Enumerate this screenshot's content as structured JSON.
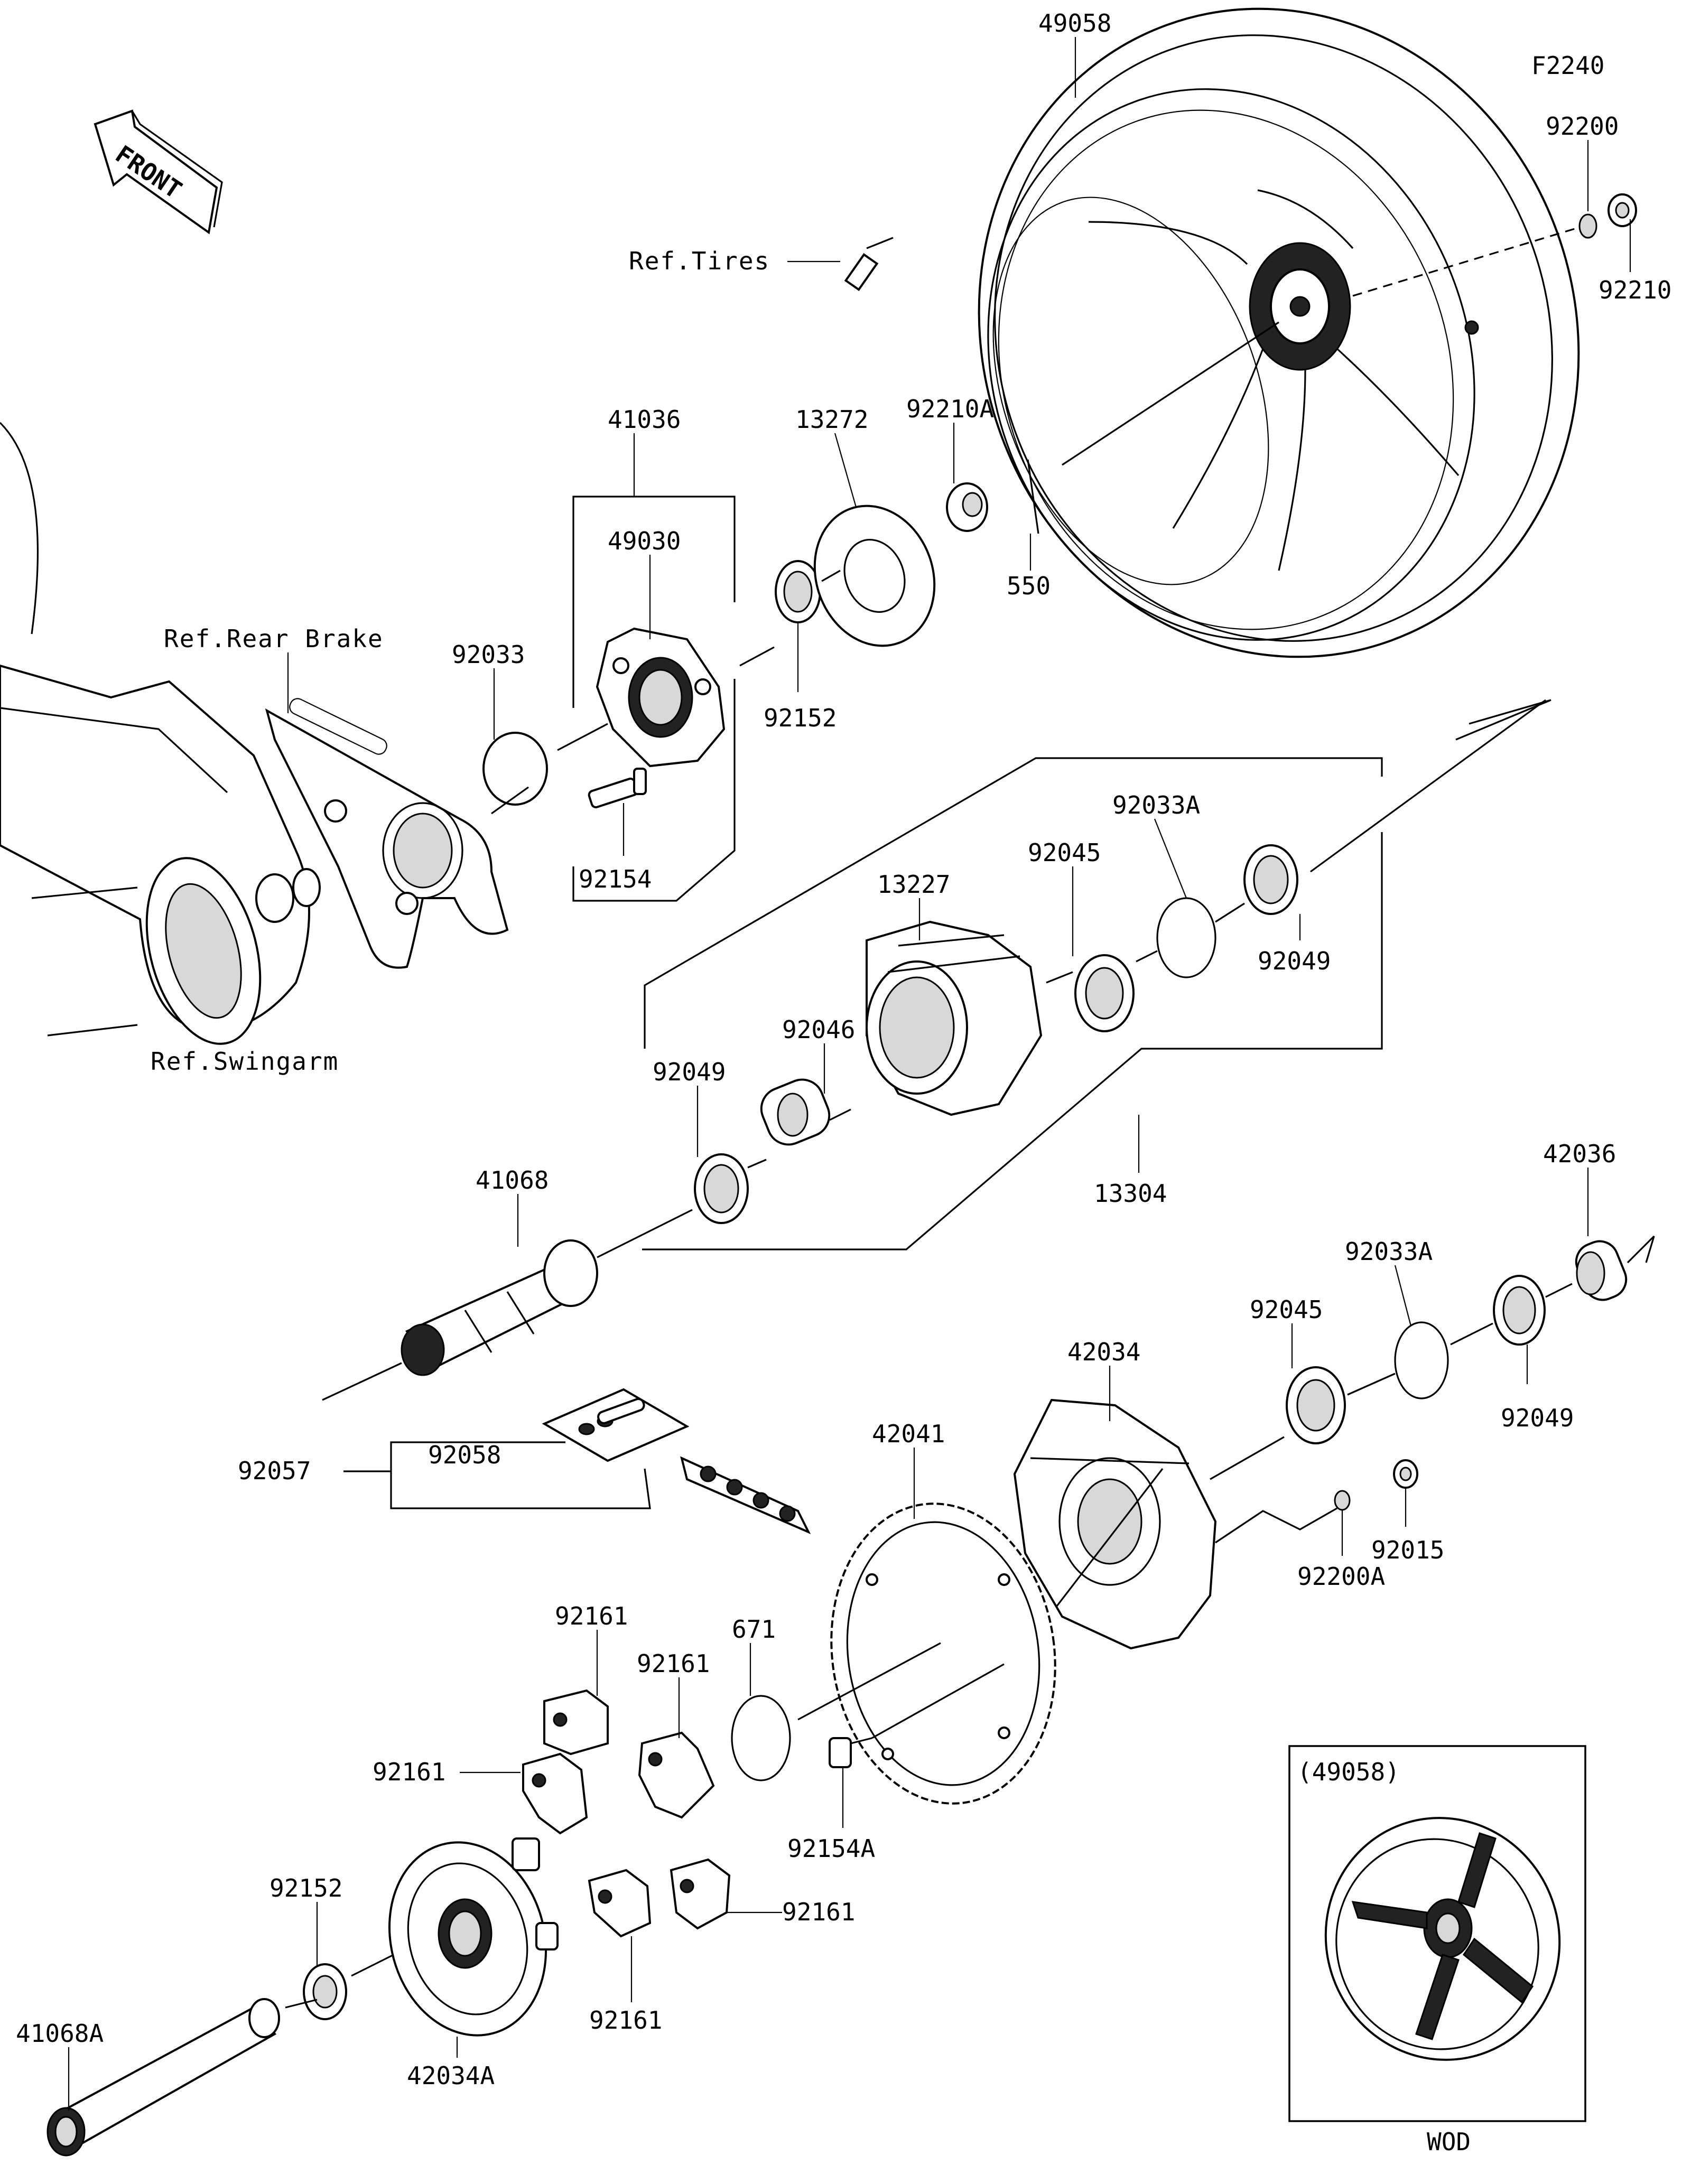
{
  "figure_code": "F2240",
  "front_label": "FRONT",
  "inset": {
    "title": "(49058)",
    "caption": "WOD"
  },
  "references": {
    "tires": "Ref.Tires",
    "rear_brake": "Ref.Rear Brake",
    "swingarm": "Ref.Swingarm"
  },
  "parts": {
    "p49058": "49058",
    "p92200": "92200",
    "p92210": "92210",
    "p41036": "41036",
    "p13272": "13272",
    "p92210A": "92210A",
    "p550": "550",
    "p49030": "49030",
    "p92033": "92033",
    "p92152_top": "92152",
    "p92154": "92154",
    "p92033A_top": "92033A",
    "p92045_top": "92045",
    "p13227": "13227",
    "p92049_right": "92049",
    "p92046": "92046",
    "p92049_left": "92049",
    "p41068": "41068",
    "p13304": "13304",
    "p42036": "42036",
    "p92033A_bottom": "92033A",
    "p92045_bottom": "92045",
    "p42034": "42034",
    "p92049_bottom": "92049",
    "p92058": "92058",
    "p92057": "92057",
    "p42041": "42041",
    "p92015": "92015",
    "p92200A": "92200A",
    "p92161_a": "92161",
    "p92161_b": "92161",
    "p671": "671",
    "p92161_c": "92161",
    "p92152_bottom": "92152",
    "p92154A": "92154A",
    "p92161_d": "92161",
    "p92161_e": "92161",
    "p41068A": "41068A",
    "p42034A": "42034A"
  }
}
